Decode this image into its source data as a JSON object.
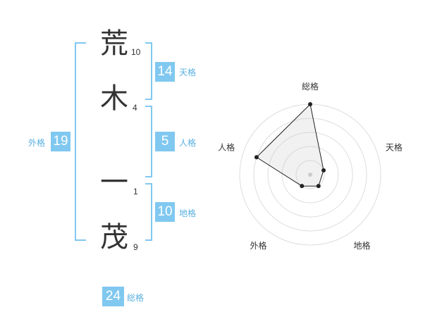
{
  "name": {
    "characters": [
      {
        "char": "荒",
        "strokes": "10"
      },
      {
        "char": "木",
        "strokes": "4"
      },
      {
        "char": "一",
        "strokes": "1"
      },
      {
        "char": "茂",
        "strokes": "9"
      }
    ]
  },
  "fortune": {
    "tenkaku": {
      "value": "14",
      "label": "天格"
    },
    "jinkaku": {
      "value": "5",
      "label": "人格"
    },
    "chikaku": {
      "value": "10",
      "label": "地格"
    },
    "gaikaku": {
      "value": "19",
      "label": "外格"
    },
    "soukaku": {
      "value": "24",
      "label": "総格"
    }
  },
  "colors": {
    "accent": "#80c8f0",
    "label": "#5ab0e0",
    "text": "#333333"
  },
  "chart_data": {
    "type": "radar",
    "axes": [
      "総格",
      "天格",
      "地格",
      "外格",
      "人格"
    ],
    "values": [
      5,
      1,
      1,
      1,
      4
    ],
    "rmax": 5,
    "rings": 5,
    "grid": true
  }
}
